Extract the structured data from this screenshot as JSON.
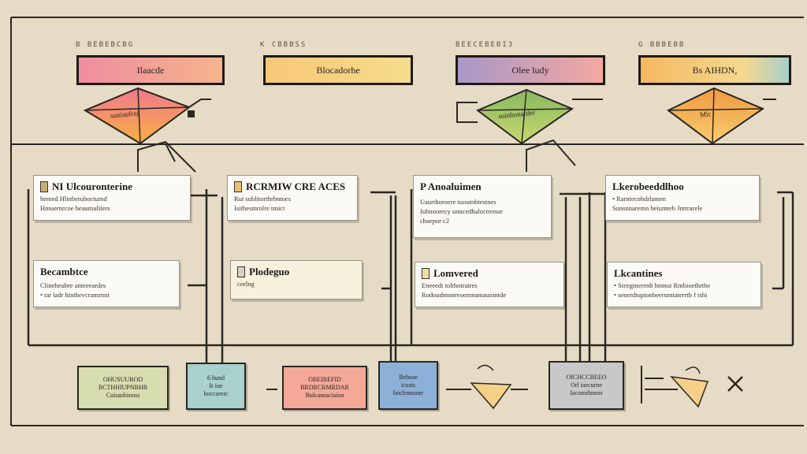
{
  "colors": {
    "background": "#e6dcc6",
    "ink": "#2a2622",
    "red": "#f0a0a0",
    "yellow": "#f2c870",
    "green": "#a8c878",
    "blue": "#8cb0d8",
    "teal": "#9cc8c8",
    "orange": "#f0b060"
  },
  "columns": [
    {
      "header_label": "B BEBEBCBG",
      "header_text": "Ilaacde",
      "kite_text": "suniaufraj",
      "card_top": {
        "title": "NI Ulcouronterine",
        "lines": [
          "hemed Hlinberuboctumd",
          "Hmuernrcoe beaumuliters"
        ]
      },
      "card_bottom": {
        "title": "Becambtce",
        "lines": [
          "Clineheubre anteeeardes",
          "• tar ladr hinthevcramrnnt"
        ]
      }
    },
    {
      "header_label": "K CBBBSS",
      "header_text": "Blocadorhe",
      "kite_text": "",
      "card_top": {
        "title": "RCRMIW CRE ACES",
        "lines": [
          "Rut sublitorthrbntoes",
          "Isithesmrolre tmict"
        ]
      },
      "card_bottom": {
        "title": "Plodeguo",
        "lines": [
          "corlng"
        ]
      }
    },
    {
      "header_label": "BEECEBEBI3",
      "header_text": "Olee ludy",
      "kite_text": "suinhonarder",
      "card_top": {
        "title": "P Anoaluimen",
        "lines": [
          "Uaurthoroere tuoutnbtestnes",
          "Iuhnoorecy unncedhaloctrenue",
          "chaepor c2"
        ]
      },
      "card_bottom": {
        "title": "Lomvered",
        "lines": [
          "Eneeedt tolthotratres",
          "Rodoudmonreoemnamaunintde"
        ]
      }
    },
    {
      "header_label": "G BBBEBB",
      "header_text": "Bs AIHDN,",
      "kite_text": "Mlc",
      "card_top": {
        "title": "Lkerobeeddlhoo",
        "lines": [
          "• Rarntecohdrlamen",
          "Sunsnnaremn beiumteb Jntrrarele"
        ]
      },
      "card_bottom": {
        "title": "Lkcantines",
        "lines": [
          "• Steegmerenb hnmut Rmbioethrtbe",
          "• senerdtupionbeerumtaterrtb f tshi"
        ]
      }
    }
  ],
  "bottom_boxes": [
    {
      "lines": [
        "OHUSUUROD",
        "BCTHHIUPNBHB",
        "Cuisanbinoss"
      ]
    },
    {
      "lines": [
        "6 bund",
        "Ir iue",
        "boccarerc"
      ]
    },
    {
      "lines": [
        "OBEIBEFID",
        "BRDRCRMRDAR",
        "Bulcansaciaion"
      ]
    },
    {
      "lines": [
        "Bebsoe",
        "icusts",
        "boclrmoone"
      ]
    },
    {
      "lines": [
        "OICHCCBEEO",
        "Orl taecurne",
        "Iacomrhneos"
      ]
    }
  ]
}
